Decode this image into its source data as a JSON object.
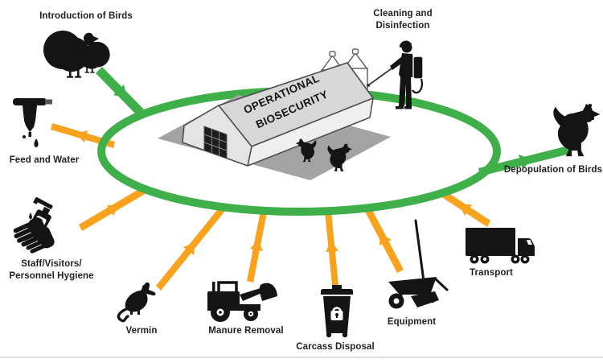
{
  "title_lines": [
    "OPERATIONAL",
    "BIOSECURITY"
  ],
  "colors": {
    "green": "#3faf4a",
    "orange": "#f8a21e",
    "ink": "#141414",
    "label": "#1f1f1f",
    "ground": "#a3a3a3",
    "roof": "#d7d7d7",
    "roof-top": "#f2f2f2",
    "gable": "#e4e4e4",
    "wall": "#efefef",
    "end": "#cfcfcf",
    "outline": "#4d4d4d",
    "silo": "#ffffff",
    "silo-outline": "#666666",
    "baseline": "#dcdfe2"
  },
  "perimeter": {
    "shape": "ellipse",
    "color": "green"
  },
  "nodes": [
    {
      "id": "introduction-of-birds",
      "lines": [
        "Introduction of Birds"
      ],
      "icon": "turkeys-icon",
      "arrow": {
        "color": "green",
        "direction": "into-perimeter"
      }
    },
    {
      "id": "cleaning-and-disinfection",
      "lines": [
        "Cleaning and",
        "Disinfection"
      ],
      "icon": "sprayer-person-icon",
      "arrow": {
        "color": "none",
        "direction": "on-perimeter"
      }
    },
    {
      "id": "feed-and-water",
      "lines": [
        "Feed and Water"
      ],
      "icon": "water-drinker-icon",
      "arrow": {
        "color": "orange",
        "direction": "out-of-perimeter"
      }
    },
    {
      "id": "depopulation-of-birds",
      "lines": [
        "Depopulation of Birds"
      ],
      "icon": "chicken-icon",
      "arrow": {
        "color": "green",
        "direction": "out-of-perimeter"
      }
    },
    {
      "id": "staff-visitors-personnel-hygiene",
      "lines": [
        "Staff/Visitors/",
        "Personnel Hygiene"
      ],
      "icon": "hand-hygiene-icon",
      "arrow": {
        "color": "orange",
        "direction": "into-perimeter"
      }
    },
    {
      "id": "vermin",
      "lines": [
        "Vermin"
      ],
      "icon": "rat-icon",
      "arrow": {
        "color": "orange",
        "direction": "into-perimeter"
      }
    },
    {
      "id": "manure-removal",
      "lines": [
        "Manure Removal"
      ],
      "icon": "front-loader-icon",
      "arrow": {
        "color": "orange",
        "direction": "into-perimeter"
      }
    },
    {
      "id": "carcass-disposal",
      "lines": [
        "Carcass Disposal"
      ],
      "icon": "trash-bin-icon",
      "arrow": {
        "color": "orange",
        "direction": "into-perimeter"
      }
    },
    {
      "id": "equipment",
      "lines": [
        "Equipment"
      ],
      "icon": "wheelbarrow-broom-icon",
      "arrow": {
        "color": "orange",
        "direction": "into-perimeter"
      }
    },
    {
      "id": "transport",
      "lines": [
        "Transport"
      ],
      "icon": "truck-icon",
      "arrow": {
        "color": "orange",
        "direction": "into-perimeter"
      }
    }
  ]
}
